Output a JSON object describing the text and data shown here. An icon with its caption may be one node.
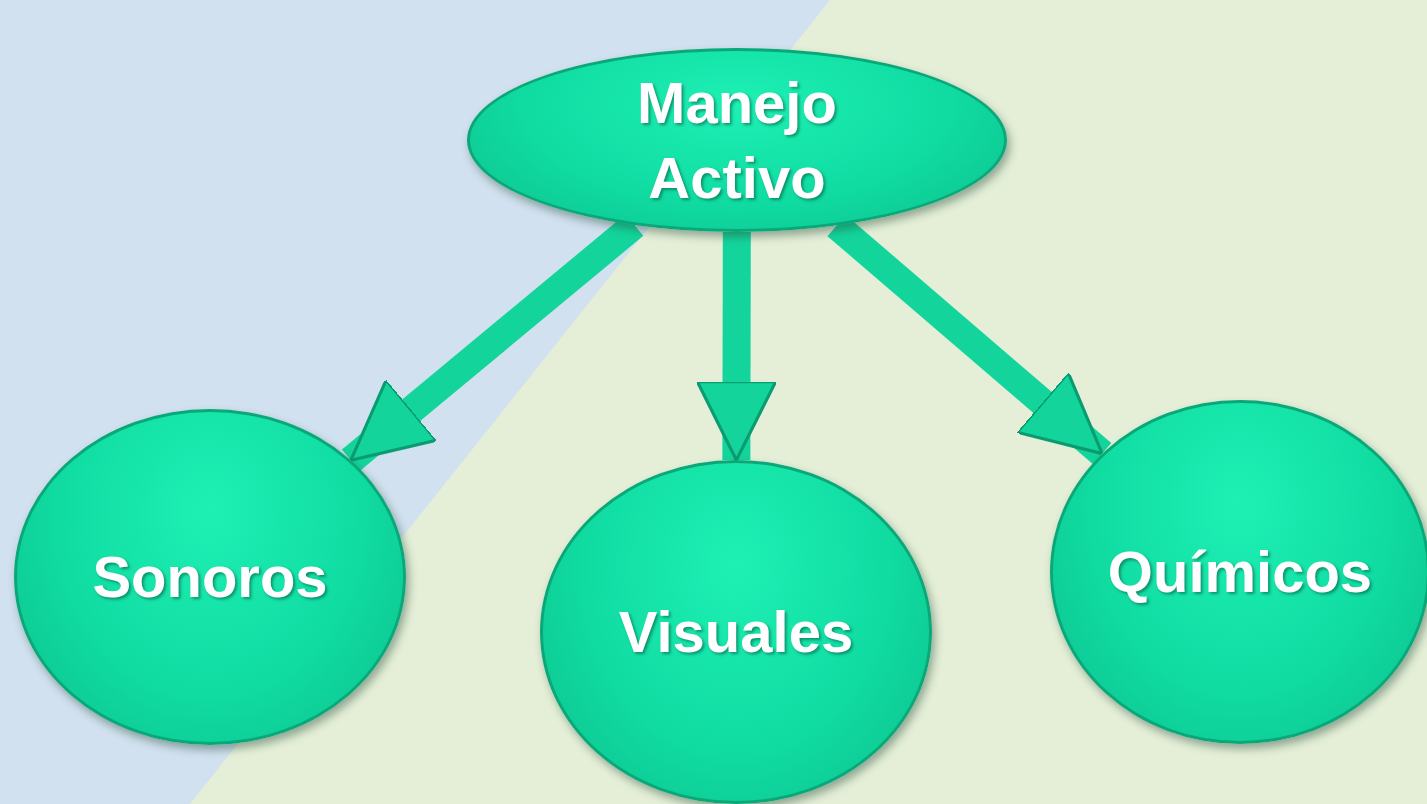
{
  "diagram": {
    "nodes": [
      {
        "text": [
          "Manejo Activo"
        ]
      },
      {
        "text": [
          "Sonoros"
        ]
      },
      {
        "text": [
          "Visuales"
        ]
      },
      {
        "text": [
          "Químicos"
        ]
      }
    ],
    "edges": [
      {
        "from": 0,
        "to": 1,
        "arrow": "to"
      },
      {
        "from": 0,
        "to": 2,
        "arrow": "to"
      },
      {
        "from": 0,
        "to": 3,
        "arrow": "to"
      }
    ]
  }
}
